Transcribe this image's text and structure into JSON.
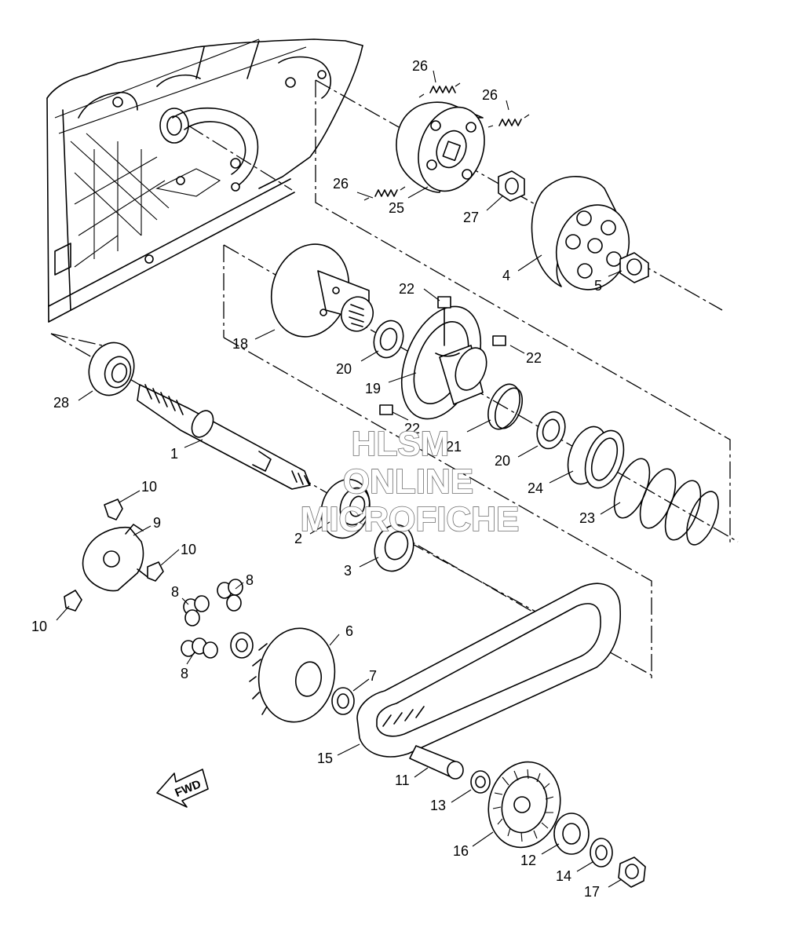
{
  "watermark": {
    "line1": "HLSM",
    "line2": "ONLINE",
    "line3": "MICROFICHE"
  },
  "direction_arrow": {
    "label": "FWD",
    "icon": "forward-arrow-icon"
  },
  "callouts": [
    {
      "id": "c26a",
      "text": "26"
    },
    {
      "id": "c26b",
      "text": "26"
    },
    {
      "id": "c26c",
      "text": "26"
    },
    {
      "id": "c25",
      "text": "25"
    },
    {
      "id": "c27",
      "text": "27"
    },
    {
      "id": "c4",
      "text": "4"
    },
    {
      "id": "c5",
      "text": "5"
    },
    {
      "id": "c22a",
      "text": "22"
    },
    {
      "id": "c22b",
      "text": "22"
    },
    {
      "id": "c22c",
      "text": "22"
    },
    {
      "id": "c18",
      "text": "18"
    },
    {
      "id": "c20a",
      "text": "20"
    },
    {
      "id": "c19",
      "text": "19"
    },
    {
      "id": "c21",
      "text": "21"
    },
    {
      "id": "c20b",
      "text": "20"
    },
    {
      "id": "c24",
      "text": "24"
    },
    {
      "id": "c23",
      "text": "23"
    },
    {
      "id": "c28",
      "text": "28"
    },
    {
      "id": "c1",
      "text": "1"
    },
    {
      "id": "c2",
      "text": "2"
    },
    {
      "id": "c3",
      "text": "3"
    },
    {
      "id": "c10a",
      "text": "10"
    },
    {
      "id": "c9",
      "text": "9"
    },
    {
      "id": "c10b",
      "text": "10"
    },
    {
      "id": "c10c",
      "text": "10"
    },
    {
      "id": "c8a",
      "text": "8"
    },
    {
      "id": "c8b",
      "text": "8"
    },
    {
      "id": "c8c",
      "text": "8"
    },
    {
      "id": "c6",
      "text": "6"
    },
    {
      "id": "c7",
      "text": "7"
    },
    {
      "id": "c15",
      "text": "15"
    },
    {
      "id": "c11",
      "text": "11"
    },
    {
      "id": "c13",
      "text": "13"
    },
    {
      "id": "c16",
      "text": "16"
    },
    {
      "id": "c12",
      "text": "12"
    },
    {
      "id": "c14",
      "text": "14"
    },
    {
      "id": "c17",
      "text": "17"
    }
  ]
}
